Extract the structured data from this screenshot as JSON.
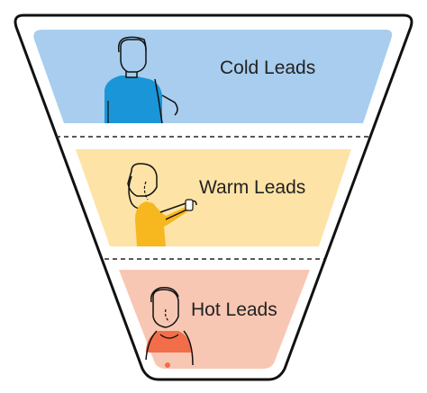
{
  "stages": [
    {
      "id": "cold",
      "label": "Cold Leads",
      "color": "#a8cdee",
      "person_color": "#1a96d8",
      "person_icon": "man-icon"
    },
    {
      "id": "warm",
      "label": "Warm Leads",
      "color": "#fde3a6",
      "person_color": "#f7b71e",
      "person_icon": "woman-icon"
    },
    {
      "id": "hot",
      "label": "Hot Leads",
      "color": "#f8c7b3",
      "person_color": "#f26d4a",
      "person_icon": "person-icon"
    }
  ],
  "colors": {
    "outline": "#111111",
    "divider": "#222222",
    "background": "#ffffff"
  }
}
